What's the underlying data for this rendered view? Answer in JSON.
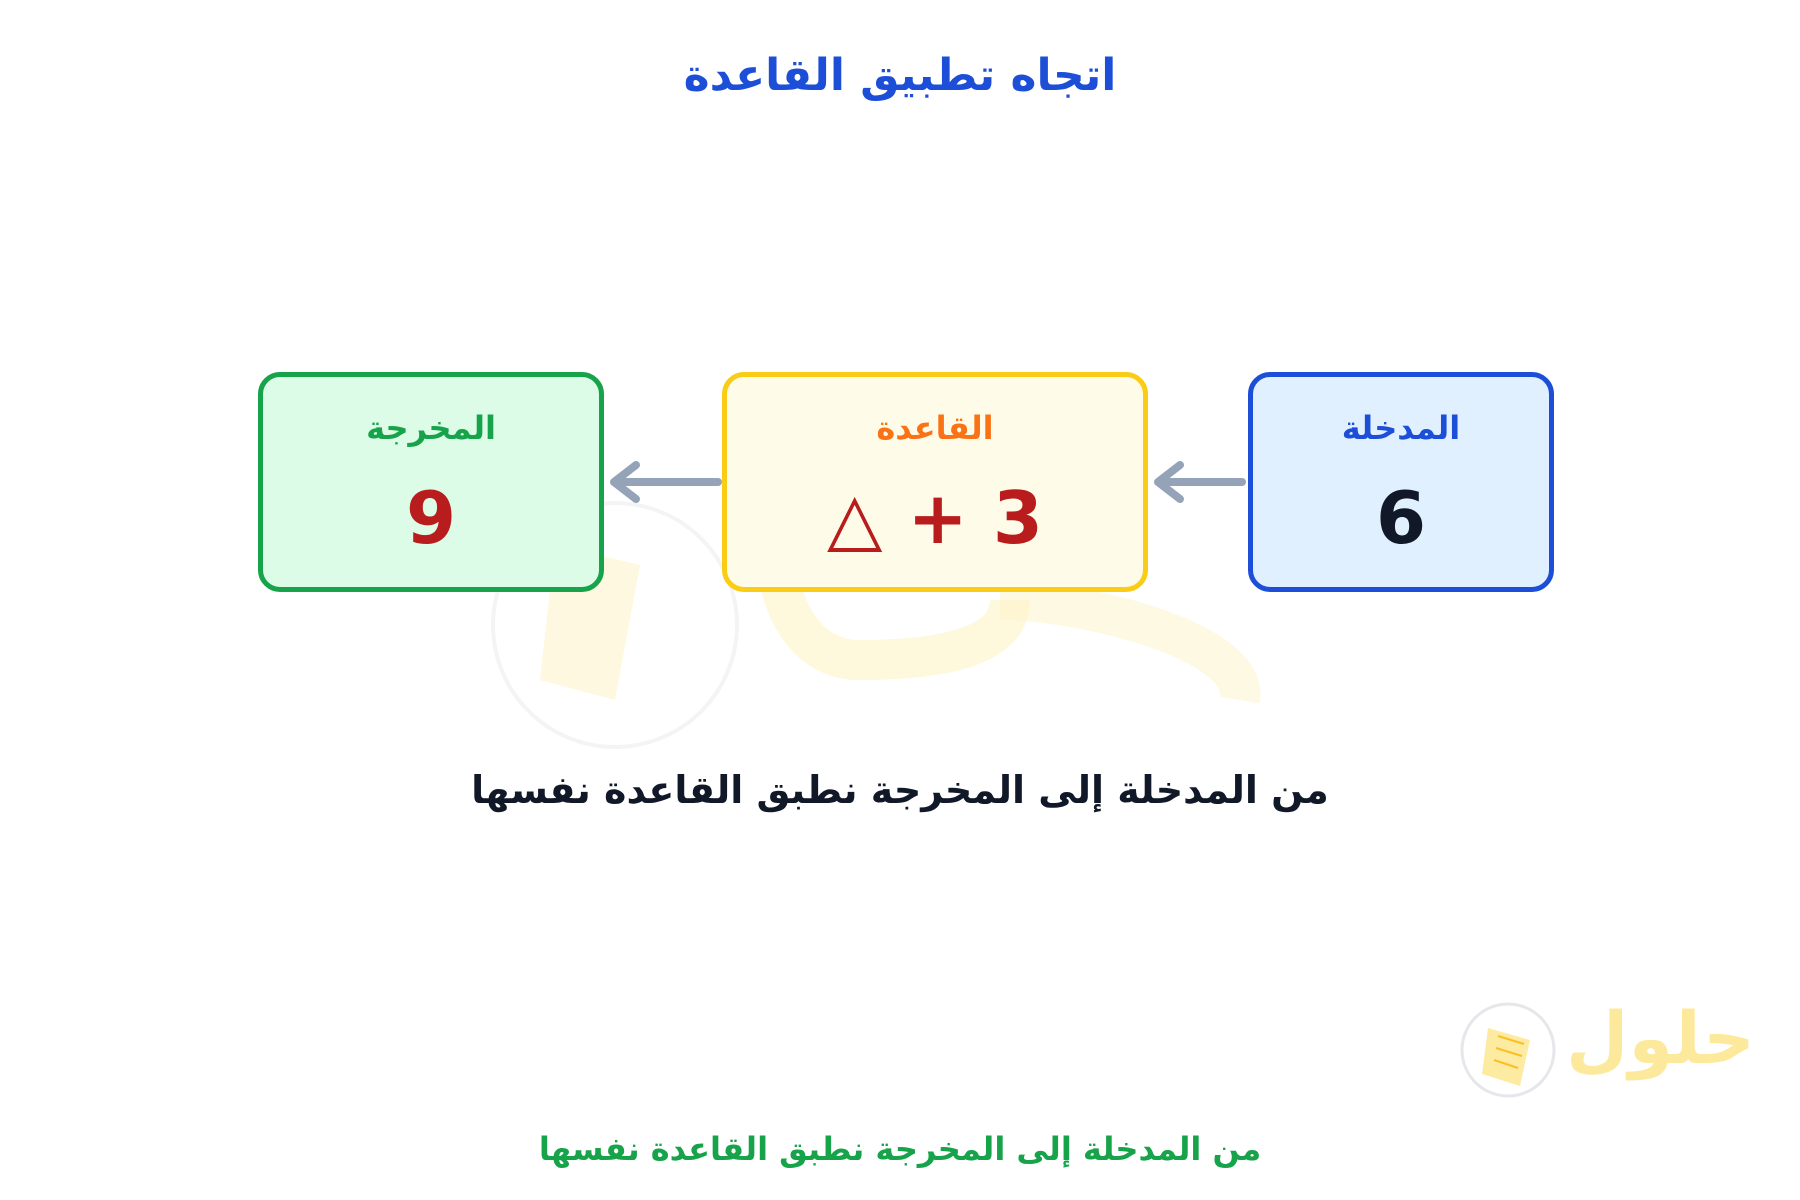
{
  "title": "اتجاه تطبيق القاعدة",
  "boxes": {
    "input": {
      "label": "المدخلة",
      "value": "6"
    },
    "rule": {
      "label": "القاعدة",
      "value": "△ + 3"
    },
    "output": {
      "label": "المخرجة",
      "value": "9"
    }
  },
  "caption": "من المدخلة إلى المخرجة نطبق القاعدة نفسها",
  "footer": "من المدخلة إلى المخرجة نطبق القاعدة نفسها",
  "watermark_text": "حلول",
  "colors": {
    "title": "#1d4ed8",
    "input_border": "#1d4ed8",
    "input_fill": "#e0f0fe",
    "input_value": "#111827",
    "rule_border": "#facc15",
    "rule_fill": "#fefce8",
    "rule_label": "#f97316",
    "rule_value": "#b91c1c",
    "output_border": "#16a34a",
    "output_fill": "#dcfce7",
    "output_value": "#b91c1c",
    "arrow": "#94a3b8",
    "caption": "#111827",
    "footer": "#16a34a"
  }
}
